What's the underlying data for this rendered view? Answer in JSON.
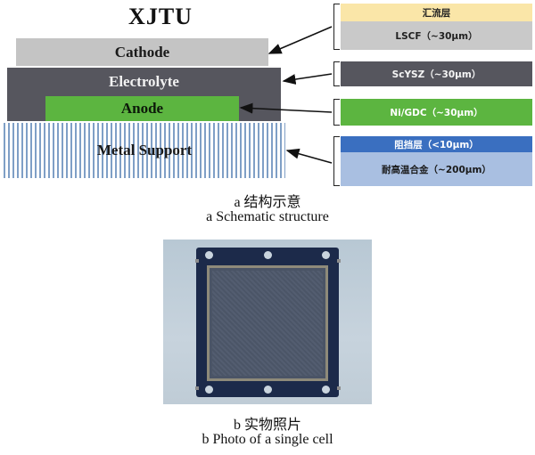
{
  "figure_a": {
    "brand": "XJTU",
    "layers": {
      "cathode": "Cathode",
      "electrolyte": "Electrolyte",
      "anode": "Anode",
      "metal_support": "Metal Support"
    },
    "annotations": {
      "current_collector": "汇流层",
      "lscf": "LSCF（~30μm）",
      "scysz": "ScYSZ（~30μm）",
      "nigdc": "Ni/GDC（~30μm）",
      "barrier": "阻挡层（<10μm）",
      "alloy": "耐高温合金（~200μm）"
    },
    "caption_cn": "a  结构示意",
    "caption_en": "a   Schematic structure"
  },
  "figure_b": {
    "caption_cn": "b  实物照片",
    "caption_en": "b  Photo of a single cell"
  },
  "colors": {
    "cathode": "#c4c4c4",
    "electrolyte": "#56565e",
    "anode": "#5cb540",
    "metal_stripe": "#7f9fc6",
    "current_collector": "#fae6a8",
    "barrier": "#3a6fc0",
    "alloy": "#a9bfe1"
  }
}
